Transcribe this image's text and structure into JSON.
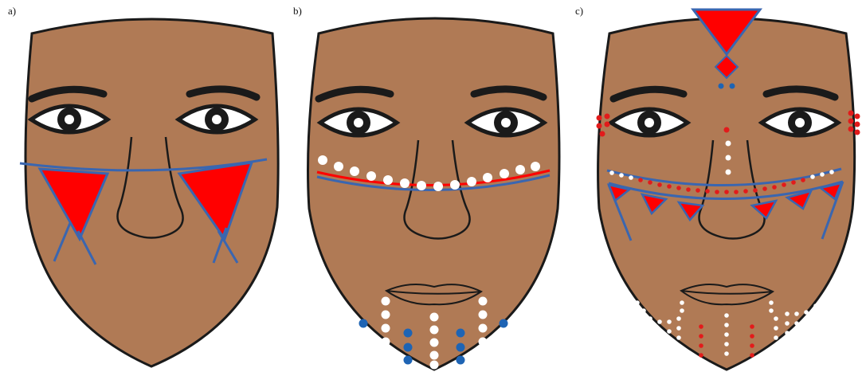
{
  "panels": [
    {
      "label": "a)"
    },
    {
      "label": "b)"
    },
    {
      "label": "c)"
    }
  ],
  "colors": {
    "skin": "#b07a55",
    "outline": "#1a1a1a",
    "paint_red": "#ff0000",
    "paint_blue": "#3a66b0",
    "paint_white": "#ffffff",
    "dot_blue": "#1e64b4",
    "dot_red": "#e21b1b"
  }
}
